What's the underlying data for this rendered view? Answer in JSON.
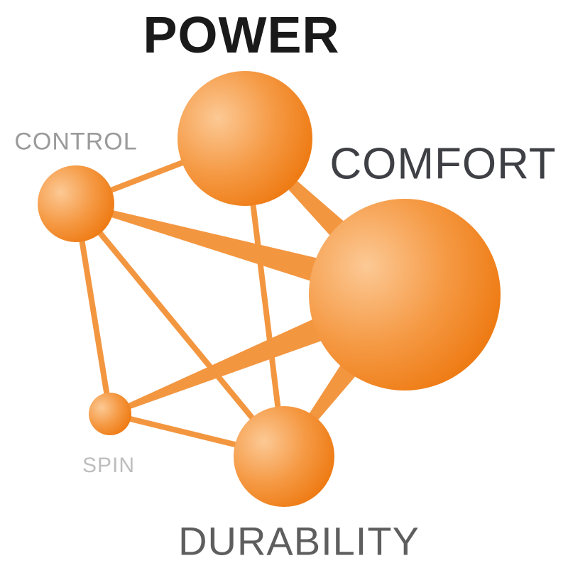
{
  "nodes": [
    {
      "id": "power",
      "label": "POWER",
      "weight": 95
    },
    {
      "id": "control",
      "label": "CONTROL",
      "weight": 54
    },
    {
      "id": "comfort",
      "label": "COMFORT",
      "weight": 135
    },
    {
      "id": "spin",
      "label": "SPIN",
      "weight": 30
    },
    {
      "id": "durability",
      "label": "DURABILITY",
      "weight": 71
    }
  ],
  "links": [
    {
      "from": "power",
      "to": "control",
      "style": "thin"
    },
    {
      "from": "power",
      "to": "durability",
      "style": "thin"
    },
    {
      "from": "control",
      "to": "spin",
      "style": "thin"
    },
    {
      "from": "control",
      "to": "durability",
      "style": "thin"
    },
    {
      "from": "spin",
      "to": "durability",
      "style": "thin"
    },
    {
      "from": "power",
      "to": "comfort",
      "style": "tapered"
    },
    {
      "from": "control",
      "to": "comfort",
      "style": "tapered"
    },
    {
      "from": "spin",
      "to": "comfort",
      "style": "tapered"
    },
    {
      "from": "durability",
      "to": "comfort",
      "style": "tapered"
    }
  ],
  "colors": {
    "orange": "#f0821f",
    "highlight": "#fcc995",
    "rod": "#f39640"
  }
}
